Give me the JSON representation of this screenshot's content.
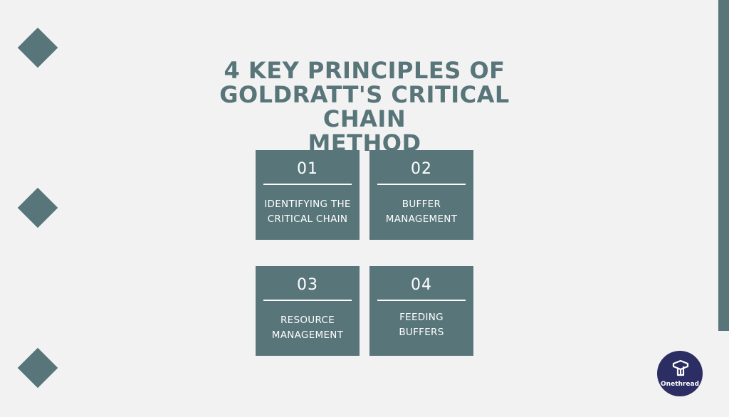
{
  "title": {
    "line1": "4 KEY PRINCIPLES OF",
    "line2": "GOLDRATT'S CRITICAL CHAIN",
    "line3": "METHOD"
  },
  "principles": [
    {
      "number": "01",
      "label_line1": "IDENTIFYING THE",
      "label_line2": "CRITICAL CHAIN"
    },
    {
      "number": "02",
      "label_line1": "BUFFER",
      "label_line2": "MANAGEMENT"
    },
    {
      "number": "03",
      "label_line1": "RESOURCE",
      "label_line2": "MANAGEMENT"
    },
    {
      "number": "04",
      "label_line1": "FEEDING",
      "label_line2": "BUFFERS"
    }
  ],
  "logo": {
    "text": "Onethread"
  },
  "colors": {
    "accent": "#587579",
    "background": "#f2f2f2",
    "logo_background": "#2c2d63",
    "text_on_accent": "#ffffff"
  },
  "icons": [
    "diamond-shape",
    "onethread-logo-icon"
  ]
}
